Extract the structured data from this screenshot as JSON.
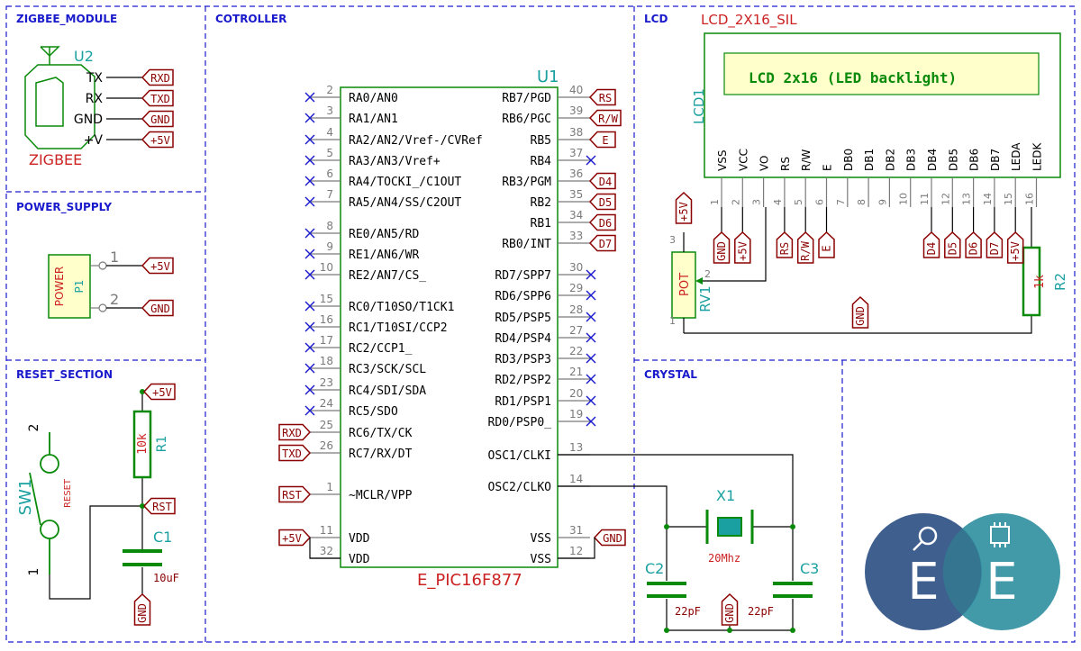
{
  "sections": {
    "zigbee": "ZIGBEE_MODULE",
    "power": "POWER_SUPPLY",
    "reset": "RESET_SECTION",
    "controller": "COTROLLER",
    "lcd": "LCD",
    "crystal": "CRYSTAL"
  },
  "zigbee": {
    "ref": "U2",
    "value": "ZIGBEE",
    "pins": [
      "TX",
      "RX",
      "GND",
      "+V"
    ],
    "labels": [
      "RXD",
      "TXD",
      "GND",
      "+5V"
    ]
  },
  "power": {
    "ref": "P1",
    "value": "POWER",
    "pin1": "1",
    "pin2": "2",
    "label1": "+5V",
    "label2": "GND"
  },
  "reset": {
    "sw_ref": "SW1",
    "sw_value": "RESET",
    "sw_pin2": "2",
    "sw_pin1": "1",
    "r_ref": "R1",
    "r_value": "10k",
    "c_ref": "C1",
    "c_value": "10uF",
    "label_vcc": "+5V",
    "label_rst": "RST",
    "label_gnd": "GND"
  },
  "mcu": {
    "ref": "U1",
    "value": "E_PIC16F877",
    "left_pins": [
      {
        "num": "2",
        "name": "RA0/AN0"
      },
      {
        "num": "3",
        "name": "RA1/AN1"
      },
      {
        "num": "4",
        "name": "RA2/AN2/Vref-/CVRef"
      },
      {
        "num": "5",
        "name": "RA3/AN3/Vref+"
      },
      {
        "num": "6",
        "name": "RA4/TOCKI_/C1OUT"
      },
      {
        "num": "7",
        "name": "RA5/AN4/SS/C2OUT"
      },
      {
        "num": "8",
        "name": "RE0/AN5/RD"
      },
      {
        "num": "9",
        "name": "RE1/AN6/WR"
      },
      {
        "num": "10",
        "name": "RE2/AN7/CS_"
      },
      {
        "num": "15",
        "name": "RC0/T10SO/T1CK1"
      },
      {
        "num": "16",
        "name": "RC1/T10SI/CCP2"
      },
      {
        "num": "17",
        "name": "RC2/CCP1_"
      },
      {
        "num": "18",
        "name": "RC3/SCK/SCL"
      },
      {
        "num": "23",
        "name": "RC4/SDI/SDA"
      },
      {
        "num": "24",
        "name": "RC5/SDO"
      },
      {
        "num": "25",
        "name": "RC6/TX/CK"
      },
      {
        "num": "26",
        "name": "RC7/RX/DT"
      },
      {
        "num": "1",
        "name": "~MCLR/VPP"
      },
      {
        "num": "11",
        "name": "VDD"
      },
      {
        "num": "32",
        "name": "VDD"
      }
    ],
    "right_pins": [
      {
        "num": "40",
        "name": "RB7/PGD"
      },
      {
        "num": "39",
        "name": "RB6/PGC"
      },
      {
        "num": "38",
        "name": "RB5"
      },
      {
        "num": "37",
        "name": "RB4"
      },
      {
        "num": "36",
        "name": "RB3/PGM"
      },
      {
        "num": "35",
        "name": "RB2"
      },
      {
        "num": "34",
        "name": "RB1"
      },
      {
        "num": "33",
        "name": "RB0/INT"
      },
      {
        "num": "30",
        "name": "RD7/SPP7"
      },
      {
        "num": "29",
        "name": "RD6/SPP6"
      },
      {
        "num": "28",
        "name": "RD5/PSP5"
      },
      {
        "num": "27",
        "name": "RD4/PSP4"
      },
      {
        "num": "22",
        "name": "RD3/PSP3"
      },
      {
        "num": "21",
        "name": "RD2/PSP2"
      },
      {
        "num": "20",
        "name": "RD1/PSP1"
      },
      {
        "num": "19",
        "name": "RD0/PSP0_"
      },
      {
        "num": "13",
        "name": "OSC1/CLKI"
      },
      {
        "num": "14",
        "name": "OSC2/CLKO"
      },
      {
        "num": "31",
        "name": "VSS"
      },
      {
        "num": "12",
        "name": "VSS"
      }
    ],
    "right_labels": [
      "RS",
      "R/W",
      "E",
      "D4",
      "D5",
      "D6",
      "D7"
    ],
    "left_labels": [
      "RXD",
      "TXD",
      "RST",
      "+5V"
    ],
    "gnd_label": "GND"
  },
  "lcd": {
    "ref": "LCD1",
    "value": "LCD_2X16_SIL",
    "screen_text": "LCD 2x16 (LED backlight)",
    "pins": [
      {
        "num": "1",
        "name": "VSS"
      },
      {
        "num": "2",
        "name": "VCC"
      },
      {
        "num": "3",
        "name": "VO"
      },
      {
        "num": "4",
        "name": "RS"
      },
      {
        "num": "5",
        "name": "R/W"
      },
      {
        "num": "6",
        "name": "E"
      },
      {
        "num": "7",
        "name": "DB0"
      },
      {
        "num": "8",
        "name": "DB1"
      },
      {
        "num": "9",
        "name": "DB2"
      },
      {
        "num": "10",
        "name": "DB3"
      },
      {
        "num": "11",
        "name": "DB4"
      },
      {
        "num": "12",
        "name": "DB5"
      },
      {
        "num": "13",
        "name": "DB6"
      },
      {
        "num": "14",
        "name": "DB7"
      },
      {
        "num": "15",
        "name": "LEDA"
      },
      {
        "num": "16",
        "name": "LEDK"
      }
    ],
    "pin_labels": [
      "GND",
      "+5V",
      "RS",
      "R/W",
      "E",
      "D4",
      "D5",
      "D6",
      "D7",
      "+5V"
    ],
    "pot_ref": "RV1",
    "pot_value": "POT",
    "pot_pins": [
      "3",
      "2",
      "1"
    ],
    "pot_label": "+5V",
    "r2_ref": "R2",
    "r2_value": "1k",
    "gnd_label": "GND"
  },
  "crystal": {
    "ref": "X1",
    "value": "20Mhz",
    "c2_ref": "C2",
    "c2_value": "22pF",
    "c3_ref": "C3",
    "c3_value": "22pF",
    "gnd_label": "GND"
  },
  "colors": {
    "border": "#1a1acd",
    "wire": "#000000",
    "component": "#0a8a0a",
    "label": "#8b0000",
    "ref": "#1aa0a0",
    "value": "#cc2222",
    "pin": "#7a7a7a",
    "noconn": "#1a1acd"
  }
}
